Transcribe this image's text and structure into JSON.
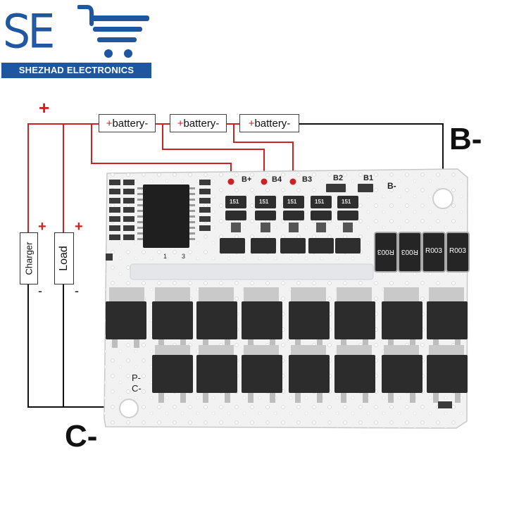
{
  "brand": {
    "logo_text": "SE",
    "name": "SHEZHAD ELECTRONICS"
  },
  "diagram": {
    "plus_top": "+",
    "battery_cells": [
      {
        "plus": "+",
        "label": "battery",
        "minus": "-"
      },
      {
        "plus": "+",
        "label": "battery",
        "minus": "-"
      },
      {
        "plus": "+",
        "label": "battery",
        "minus": "-"
      }
    ],
    "charger": {
      "label": "Charger",
      "plus": "+",
      "minus": "-"
    },
    "load": {
      "label": "Load",
      "plus": "+",
      "minus": "-"
    },
    "b_minus": "B-",
    "c_minus": "C-"
  },
  "board": {
    "pads": [
      "B+",
      "B4",
      "B3",
      "B2",
      "B1"
    ],
    "b_minus_silk": "B-",
    "p_minus_silk": "P-",
    "c_minus_silk": "C-",
    "resistor_codes": [
      "R003",
      "R003",
      "R003",
      "R003"
    ],
    "smd_code": "151",
    "ic_marks": [
      "1",
      "3"
    ]
  },
  "colors": {
    "brand_blue": "#1e56a0",
    "wire_red": "#cc2222",
    "wire_black": "#111111",
    "pcb": "#f2f2f2",
    "mosfet": "#2c2c2c"
  }
}
